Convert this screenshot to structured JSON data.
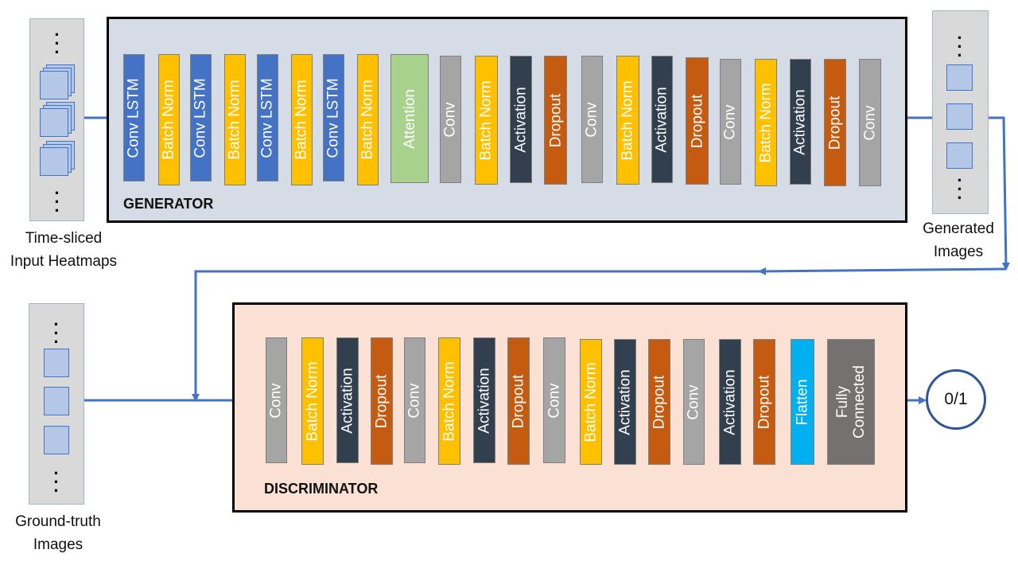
{
  "generator": {
    "title": "GENERATOR",
    "layers": [
      {
        "label": "Conv LSTM",
        "color": "#4472c4"
      },
      {
        "label": "Batch Norm",
        "color": "#ffc000"
      },
      {
        "label": "Conv LSTM",
        "color": "#4472c4"
      },
      {
        "label": "Batch Norm",
        "color": "#ffc000"
      },
      {
        "label": "Conv LSTM",
        "color": "#4472c4"
      },
      {
        "label": "Batch Norm",
        "color": "#ffc000"
      },
      {
        "label": "Conv LSTM",
        "color": "#4472c4"
      },
      {
        "label": "Batch Norm",
        "color": "#ffc000"
      },
      {
        "label": "Attention",
        "color": "#a9d18e"
      },
      {
        "label": "Conv",
        "color": "#a5a5a5"
      },
      {
        "label": "Batch Norm",
        "color": "#ffc000"
      },
      {
        "label": "Activation",
        "color": "#323f4f"
      },
      {
        "label": "Dropout",
        "color": "#c55a11"
      },
      {
        "label": "Conv",
        "color": "#a5a5a5"
      },
      {
        "label": "Batch Norm",
        "color": "#ffc000"
      },
      {
        "label": "Activation",
        "color": "#323f4f"
      },
      {
        "label": "Dropout",
        "color": "#c55a11"
      },
      {
        "label": "Conv",
        "color": "#a5a5a5"
      },
      {
        "label": "Batch Norm",
        "color": "#ffc000"
      },
      {
        "label": "Activation",
        "color": "#323f4f"
      },
      {
        "label": "Dropout",
        "color": "#c55a11"
      },
      {
        "label": "Conv",
        "color": "#a5a5a5"
      }
    ]
  },
  "discriminator": {
    "title": "DISCRIMINATOR",
    "layers": [
      {
        "label": "Conv",
        "color": "#a5a5a5"
      },
      {
        "label": "Batch Norm",
        "color": "#ffc000"
      },
      {
        "label": "Activation",
        "color": "#323f4f"
      },
      {
        "label": "Dropout",
        "color": "#c55a11"
      },
      {
        "label": "Conv",
        "color": "#a5a5a5"
      },
      {
        "label": "Batch Norm",
        "color": "#ffc000"
      },
      {
        "label": "Activation",
        "color": "#323f4f"
      },
      {
        "label": "Dropout",
        "color": "#c55a11"
      },
      {
        "label": "Conv",
        "color": "#a5a5a5"
      },
      {
        "label": "Batch Norm",
        "color": "#ffc000"
      },
      {
        "label": "Activation",
        "color": "#323f4f"
      },
      {
        "label": "Dropout",
        "color": "#c55a11"
      },
      {
        "label": "Conv",
        "color": "#a5a5a5"
      },
      {
        "label": "Activation",
        "color": "#323f4f"
      },
      {
        "label": "Dropout",
        "color": "#c55a11"
      },
      {
        "label": "Flatten",
        "color": "#00b0f0"
      },
      {
        "label": "Fully\nConnected",
        "color": "#767171"
      }
    ]
  },
  "captions": {
    "input": "Time-sliced\nInput Heatmaps",
    "generated": "Generated\nImages",
    "ground_truth": "Ground-truth\nImages"
  },
  "output_label": "0/1",
  "colors": {
    "arrow": "#4472c4",
    "generator_bg": "#d6dce5",
    "discriminator_bg": "#fae1d3"
  }
}
